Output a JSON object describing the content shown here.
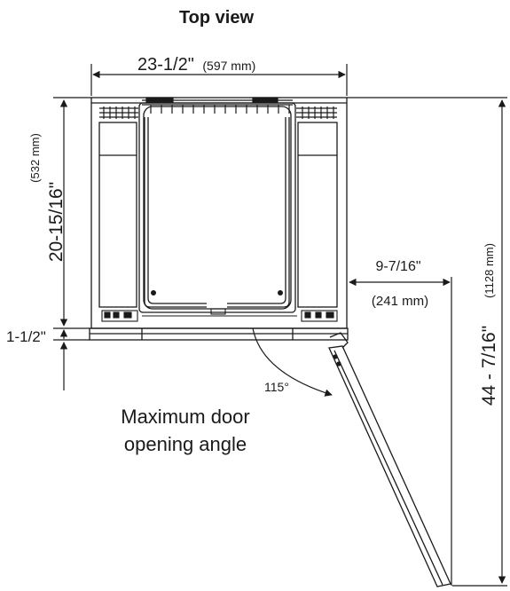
{
  "title": "Top view",
  "dimensions": {
    "width": {
      "imperial": "23-1/2\"",
      "metric": "(597 mm)"
    },
    "depth": {
      "imperial": "20-15/16\"",
      "metric": "(532 mm)"
    },
    "door_thickness": {
      "imperial": "1-1/2\""
    },
    "door_clearance": {
      "imperial": "9-7/16\"",
      "metric": "(241 mm)"
    },
    "total_depth_open": {
      "imperial": "44 - 7/16\"",
      "metric": "(1128 mm)"
    }
  },
  "door": {
    "angle_label": "115°",
    "caption_line1": "Maximum door",
    "caption_line2": "opening angle"
  }
}
